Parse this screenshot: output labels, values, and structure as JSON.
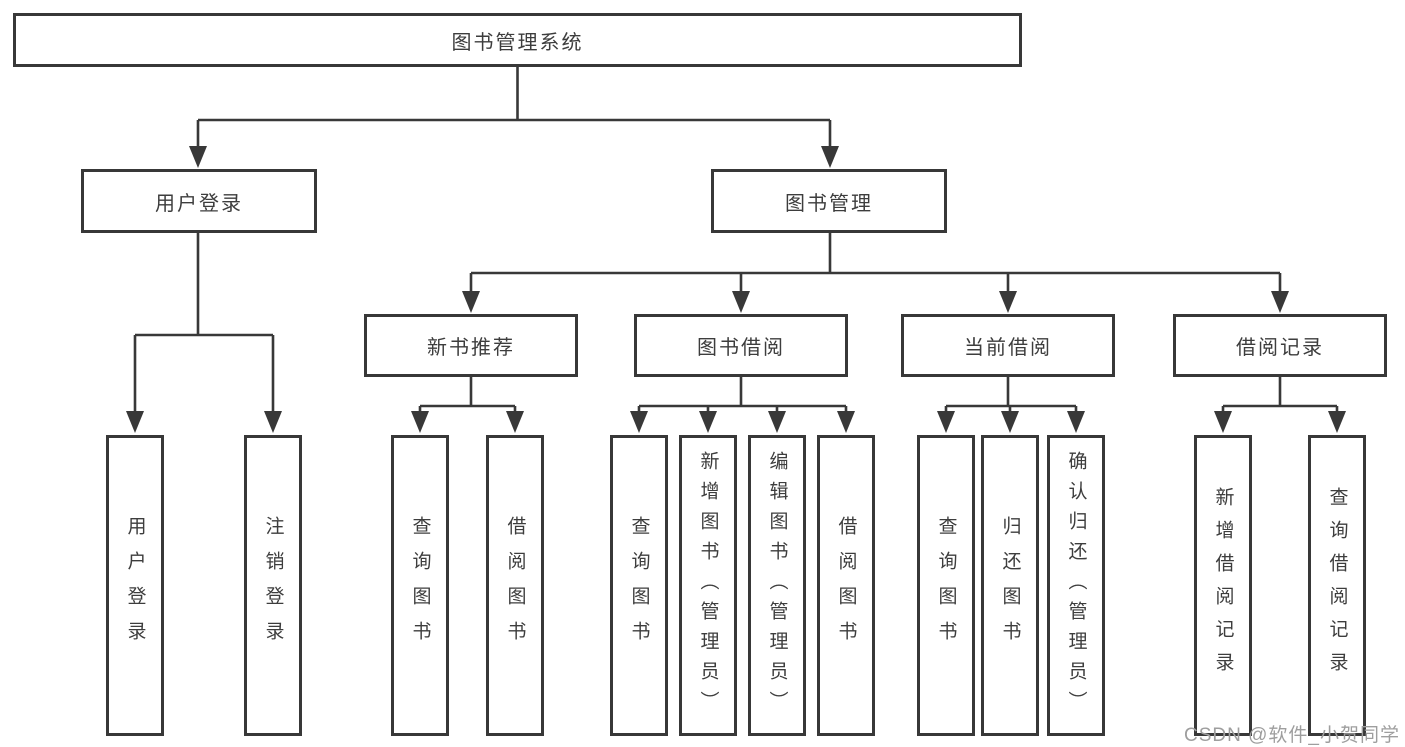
{
  "diagram": {
    "title": "图书管理系统",
    "nodes": {
      "root": {
        "label": "图书管理系统"
      },
      "user_login": {
        "label": "用户登录"
      },
      "book_mgmt": {
        "label": "图书管理"
      },
      "login": {
        "label": "用户登录"
      },
      "logout": {
        "label": "注销登录"
      },
      "new_books": {
        "label": "新书推荐"
      },
      "book_borrow": {
        "label": "图书借阅"
      },
      "current_borrow": {
        "label": "当前借阅"
      },
      "borrow_records": {
        "label": "借阅记录"
      },
      "nb_query": {
        "label": "查询图书"
      },
      "nb_borrow": {
        "label": "借阅图书"
      },
      "bb_query": {
        "label": "查询图书"
      },
      "bb_add": {
        "label": "新增图书（管理员）"
      },
      "bb_edit": {
        "label": "编辑图书（管理员）"
      },
      "bb_borrow": {
        "label": "借阅图书"
      },
      "cb_query": {
        "label": "查询图书"
      },
      "cb_return": {
        "label": "归还图书"
      },
      "cb_confirm": {
        "label": "确认归还（管理员）"
      },
      "br_add": {
        "label": "新增借阅记录"
      },
      "br_query": {
        "label": "查询借阅记录"
      }
    }
  },
  "watermark": {
    "text": "CSDN @软件_小贺同学"
  },
  "colors": {
    "line": "#383838",
    "box_border": "#383838",
    "text": "#3d3d3d",
    "watermark": "#9e9e9e",
    "background": "#ffffff"
  }
}
